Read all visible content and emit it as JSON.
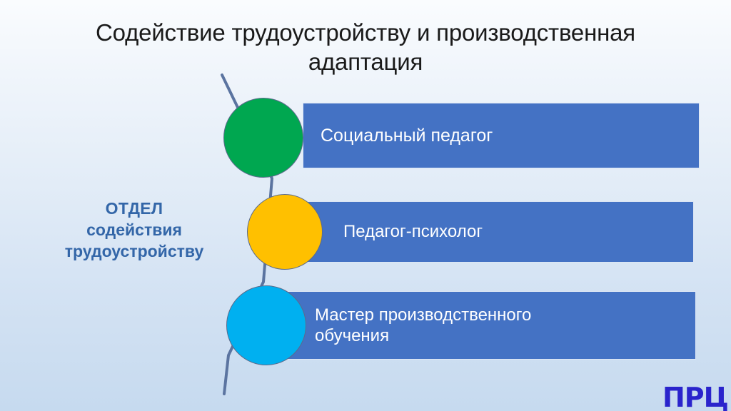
{
  "slide": {
    "title": "Содействие трудоустройству и производственная адаптация",
    "background_top_color": "#FAFCFE",
    "background_bottom_color": "#C6DAEF"
  },
  "department": {
    "line1": "ОТДЕЛ",
    "line2": "содействия",
    "line3": "трудоустройству",
    "color": "#3366A8"
  },
  "items": [
    {
      "label": "Социальный педагог",
      "circle_color": "#00A750",
      "circle_name": "green-circle",
      "bar_color": "#4472C4"
    },
    {
      "label": "Педагог-психолог",
      "circle_color": "#FFC000",
      "circle_name": "yellow-circle",
      "bar_color": "#4472C4"
    },
    {
      "label": "Мастер производственного\nобучения",
      "circle_color": "#00B0F0",
      "circle_name": "cyan-circle",
      "bar_color": "#4472C4"
    }
  ],
  "logo": {
    "text": "ПРЦ",
    "color": "#2A24CC"
  },
  "connector": {
    "color": "#5B74A0",
    "width": 4
  }
}
